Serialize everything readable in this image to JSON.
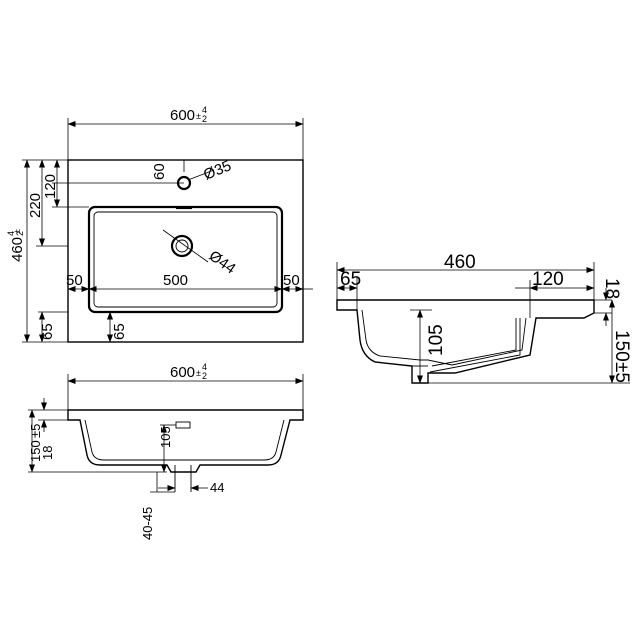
{
  "top_view": {
    "width": "600",
    "width_tol_plus": "4",
    "width_tol_minus": "2",
    "depth": "460",
    "depth_tol_plus": "4",
    "depth_tol_minus": "2",
    "dim_220": "220",
    "dim_120": "120",
    "dim_60": "60",
    "tap_hole": "Ø35",
    "drain": "Ø44",
    "basin_width": "500",
    "side_left": "50",
    "side_right": "50",
    "front_left": "65",
    "front_inner": "65"
  },
  "front_view": {
    "width": "600",
    "width_tol_plus": "4",
    "width_tol_minus": "2",
    "height": "150",
    "height_tol": "±5",
    "rim": "18",
    "drain_depth": "105",
    "drain_dia": "44",
    "range": "40-45"
  },
  "side_view": {
    "depth": "460",
    "front": "65",
    "back": "120",
    "rim": "18",
    "drain_depth": "105",
    "height": "150",
    "height_tol": "±5"
  }
}
